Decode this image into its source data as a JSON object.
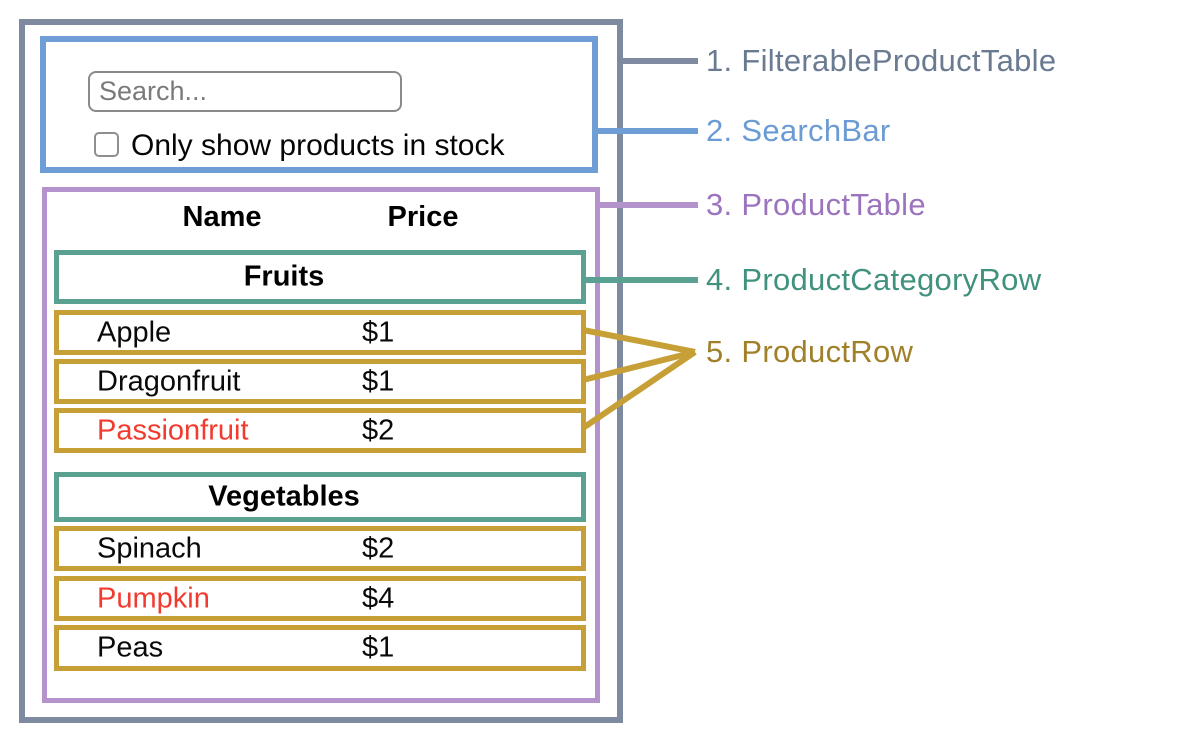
{
  "legend": {
    "items": [
      {
        "text": "1. FilterableProductTable",
        "color": "#6a7a91"
      },
      {
        "text": "2. SearchBar",
        "color": "#6b9bd3"
      },
      {
        "text": "3. ProductTable",
        "color": "#9c74be"
      },
      {
        "text": "4. ProductCategoryRow",
        "color": "#41917f"
      },
      {
        "text": "5. ProductRow",
        "color": "#a0812a"
      }
    ]
  },
  "search_bar": {
    "placeholder": "Search...",
    "checkbox_label": "Only show products in stock",
    "checkbox_checked": false
  },
  "product_table": {
    "headers": {
      "name": "Name",
      "price": "Price"
    },
    "sections": [
      {
        "category": "Fruits",
        "rows": [
          {
            "name": "Apple",
            "price": "$1",
            "name_red": false
          },
          {
            "name": "Dragonfruit",
            "price": "$1",
            "name_red": false
          },
          {
            "name": "Passionfruit",
            "price": "$2",
            "name_red": true
          }
        ]
      },
      {
        "category": "Vegetables",
        "rows": [
          {
            "name": "Spinach",
            "price": "$2",
            "name_red": false
          },
          {
            "name": "Pumpkin",
            "price": "$4",
            "name_red": true
          },
          {
            "name": "Peas",
            "price": "$1",
            "name_red": false
          }
        ]
      }
    ]
  },
  "colors": {
    "outer_border": "#7e8aa0",
    "searchbar_border": "#6f9ed7",
    "table_border": "#b493cd",
    "category_border": "#5aa191",
    "product_row_border": "#c6a037",
    "red_text": "#f23a2e"
  }
}
